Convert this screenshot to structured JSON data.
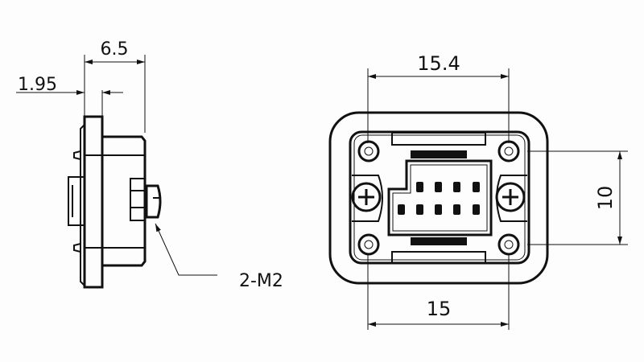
{
  "side_view": {
    "dim_depth": "6.5",
    "dim_flange": "1.95",
    "screw_callout": "2-M2"
  },
  "front_view": {
    "dim_top_width": "15.4",
    "dim_bottom_width": "15",
    "dim_height": "10"
  },
  "colors": {
    "line": "#111111",
    "background": "#fdfdfd"
  }
}
